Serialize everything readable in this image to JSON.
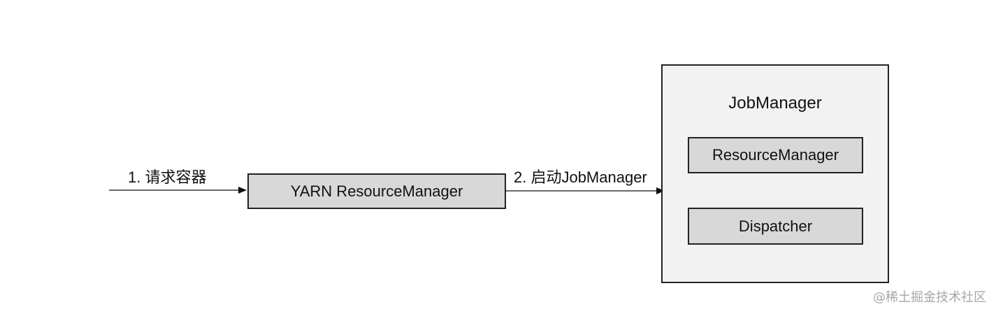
{
  "nodes": {
    "yarn_rm": {
      "label": "YARN ResourceManager"
    },
    "jobmanager": {
      "title": "JobManager",
      "children": [
        {
          "label": "ResourceManager"
        },
        {
          "label": "Dispatcher"
        }
      ]
    }
  },
  "edges": [
    {
      "label": "1. 请求容器",
      "to": "YARN ResourceManager"
    },
    {
      "label": "2. 启动JobManager",
      "from": "YARN ResourceManager",
      "to": "JobManager"
    }
  ],
  "watermark": "@稀土掘金技术社区",
  "colors": {
    "box_fill": "#d8d8d8",
    "container_fill": "#f2f2f2",
    "stroke": "#222222"
  }
}
